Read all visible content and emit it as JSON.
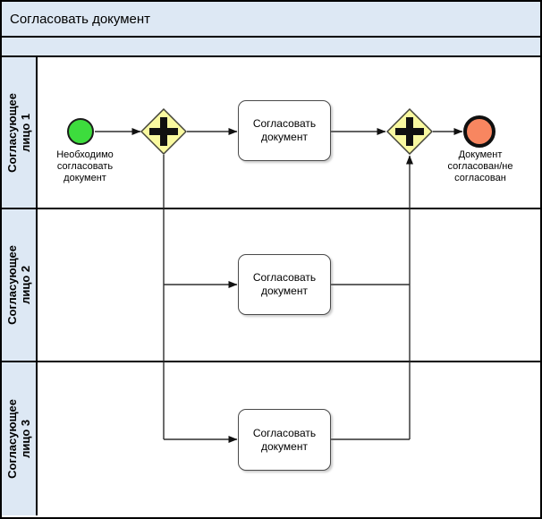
{
  "pool": {
    "title": "Согласовать документ",
    "lanes": [
      {
        "label": "Согласующее лицо 1",
        "lines": [
          "Согласующее",
          "лицо 1"
        ]
      },
      {
        "label": "Согласующее лицо 2",
        "lines": [
          "Согласующее",
          "лицо 2"
        ]
      },
      {
        "label": "Согласующее лицо 3",
        "lines": [
          "Согласующее",
          "лицо 3"
        ]
      }
    ]
  },
  "events": {
    "start": {
      "label": "Необходимо согласовать документ"
    },
    "end": {
      "label": "Документ согласован/не согласован"
    }
  },
  "tasks": [
    {
      "label": "Согласовать документ",
      "lane": "Согласующее лицо 1"
    },
    {
      "label": "Согласовать документ",
      "lane": "Согласующее лицо 2"
    },
    {
      "label": "Согласовать документ",
      "lane": "Согласующее лицо 3"
    }
  ],
  "gateways": [
    {
      "type": "parallel",
      "role": "split"
    },
    {
      "type": "parallel",
      "role": "join"
    }
  ],
  "colors": {
    "band_fill": "#dde8f4",
    "gateway_fill": "#f9f9a0",
    "start_fill": "#3ddc3d",
    "end_fill": "#f88660",
    "task_fill": "#ffffff",
    "line": "#2e2e2e"
  }
}
